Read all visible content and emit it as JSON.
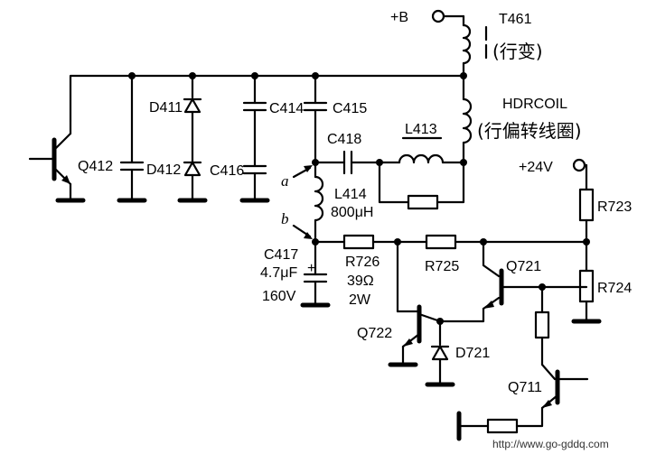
{
  "labels": {
    "plus_b": "+B",
    "t461": "T461",
    "t461_cn": "(行变)",
    "hdrcoil": "HDRCOIL",
    "hdrcoil_cn": "(行偏转线圈)",
    "plus_24v": "+24V",
    "q412": "Q412",
    "d411": "D411",
    "d412": "D412",
    "c414": "C414",
    "c415": "C415",
    "c416": "C416",
    "c418": "C418",
    "l413": "L413",
    "l414": "L414",
    "l414_val": "800μH",
    "node_a": "a",
    "node_b": "b",
    "c417": "C417",
    "c417_val1": "4.7μF",
    "c417_val2": "160V",
    "r726": "R726",
    "r726_val1": "39Ω",
    "r726_val2": "2W",
    "r725": "R725",
    "r723": "R723",
    "r724": "R724",
    "q721": "Q721",
    "q722": "Q722",
    "d721": "D721",
    "q711": "Q711",
    "plus_sign": "+"
  },
  "watermark": "http://www.go-gddq.com"
}
